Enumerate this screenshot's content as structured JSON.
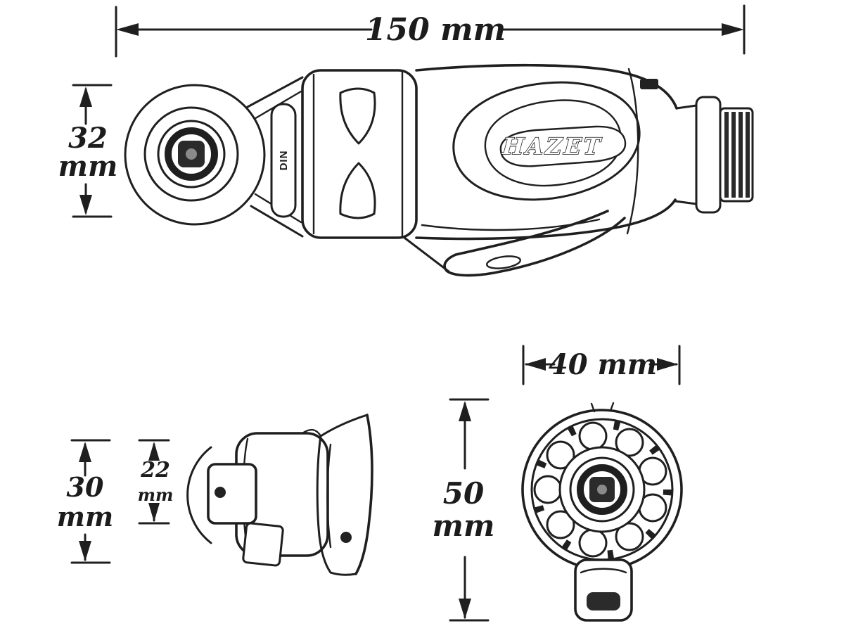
{
  "meta": {
    "background_color": "#ffffff",
    "ink_color": "#1c1c1c",
    "description": "Technical dimension drawing of a pneumatic air ratchet, three views"
  },
  "drawing": {
    "brand_logo": "HAZET",
    "collar_marking": "DIN",
    "dimensions": {
      "overall_length": "150 mm",
      "head_height": {
        "value": "32",
        "unit": "mm"
      },
      "front_height": {
        "value": "30",
        "unit": "mm"
      },
      "square_drive": {
        "value": "22",
        "unit": "mm"
      },
      "body_width": "40 mm",
      "end_height": {
        "value": "50",
        "unit": "mm"
      }
    }
  }
}
